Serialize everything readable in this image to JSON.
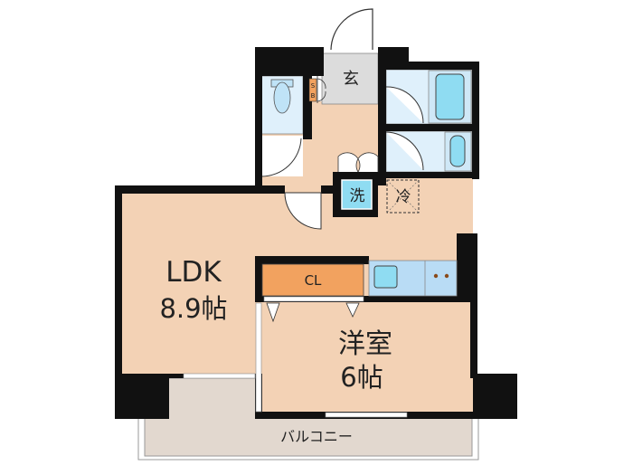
{
  "rooms": {
    "ldk": {
      "name": "LDK",
      "size": "8.9帖"
    },
    "western": {
      "name": "洋室",
      "size": "6帖"
    },
    "closet": "CL",
    "entrance": "玄",
    "shoe_box": [
      "S",
      "B"
    ],
    "washer": "洗",
    "fridge": "冷",
    "balcony": "バルコニー"
  },
  "colors": {
    "wall": "#111111",
    "room": "#f3d2b5",
    "entrance": "#dcdcdc",
    "wet_area": "#dff0fb",
    "fixture": "#8fdcf2",
    "closet": "#f2a25f",
    "balcony": "#e2d8cf"
  }
}
